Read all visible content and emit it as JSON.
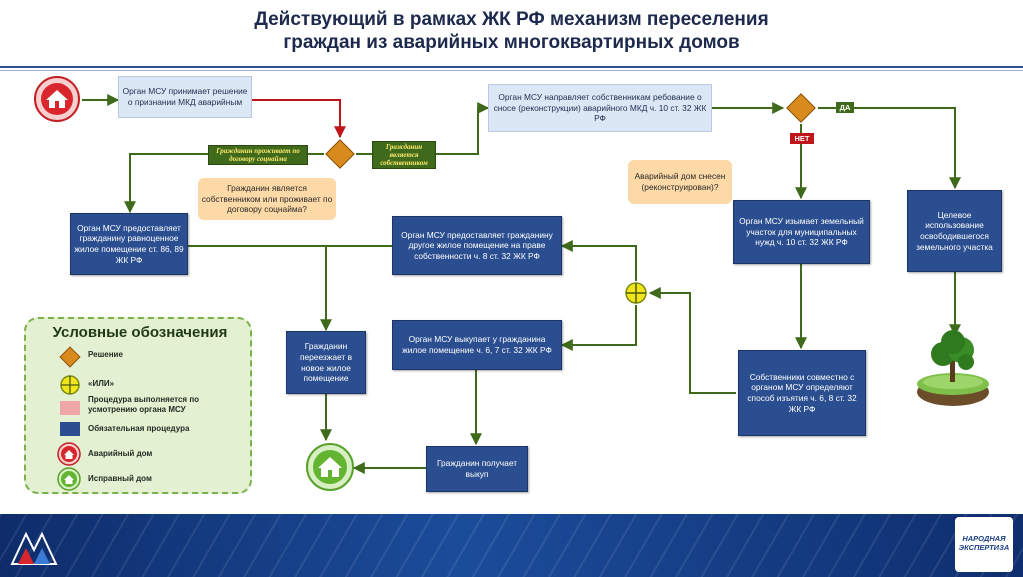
{
  "title": {
    "line1": "Действующий в рамках ЖК РФ механизм переселения",
    "line2": "граждан из аварийных многоквартирных домов"
  },
  "boxes": {
    "decision_msu": "Орган МСУ принимает решение о признании МКД аварийным",
    "demand_owners": "Орган МСУ направляет собственникам ребование о сносе (реконструкции) аварийного МКД ч. 10 ст. 32 ЖК РФ",
    "question_owner": "Гражданин является собственником или проживает по договору соцнайма?",
    "question_demolished": "Аварийный дом снесен (реконструирован)?",
    "equivalent_housing": "Орган МСУ предоставляет гражданину равноценное жилое помещение ст. 86, 89 ЖК РФ",
    "other_housing": "Орган МСУ предоставляет гражданину другое жилое помещение на праве собственности ч. 8 ст. 32 ЖК РФ",
    "land_seizure": "Орган МСУ изымает земельный участок для муниципальных нужд ч. 10 ст. 32 ЖК РФ",
    "target_use": "Целевое использование освободившегося земельного участка",
    "moves_in": "Гражданин переезжает в новое жилое помещение",
    "buys_out": "Орган МСУ выкупает у гражданина жилое помещение ч. 6, 7 ст. 32 ЖК РФ",
    "gets_payment": "Гражданин получает выкуп",
    "owners_jointly": "Собственники совместно с органом МСУ определяют способ изъятия ч. 6, 8 ст. 32 ЖК РФ"
  },
  "labels": {
    "lives_social": "Гражданин проживает по договору соцнайма",
    "is_owner": "Гражданин является собственником",
    "yes": "ДА",
    "no": "НЕТ"
  },
  "legend": {
    "title": "Условные обозначения",
    "decision": "Решение",
    "or": "«ИЛИ»",
    "discretion": "Процедура выполняется по усмотрению органа МСУ",
    "mandatory": "Обязательная процедура",
    "emergency_house": "Аварийный дом",
    "good_house": "Исправный дом"
  },
  "footer": {
    "logo_text": "НАРОДНАЯ ЭКСПЕРТИЗА"
  },
  "colors": {
    "mandatory": "#2a4e90",
    "discretion": "#dbe7f5",
    "question": "#fcd9a6",
    "decision": "#d98a1c",
    "or_node": "#f2e61a",
    "arrow": "#3f6a1c",
    "arrow_red": "#c0161b"
  }
}
